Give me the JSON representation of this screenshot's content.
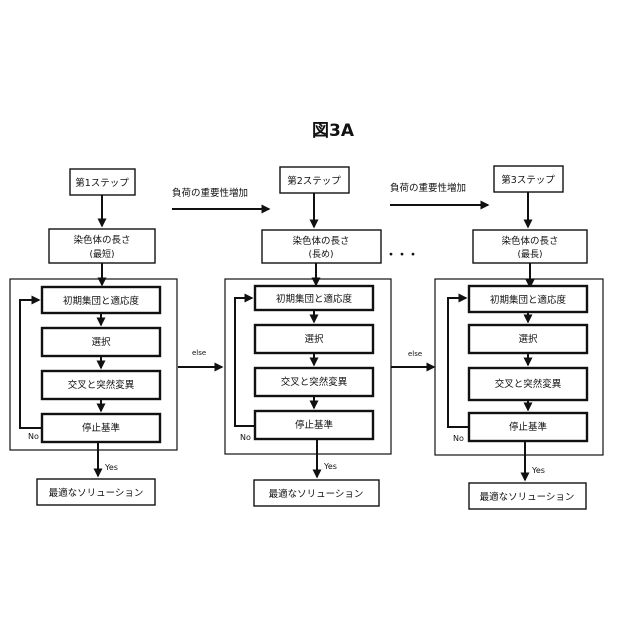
{
  "figure": {
    "title": "図3A"
  },
  "between": [
    {
      "load_label": "負荷の重要性増加",
      "else_label": "else"
    },
    {
      "load_label": "負荷の重要性増加",
      "else_label": "else"
    }
  ],
  "ellipsis": "・・・",
  "stages": [
    {
      "step": "第1ステップ",
      "length_line1": "染色体の長さ",
      "length_line2": "(最短)",
      "init": "初期集団と適応度",
      "select": "選択",
      "cross": "交叉と突然変異",
      "stop": "停止基準",
      "no": "No",
      "yes": "Yes",
      "result": "最適なソリューション"
    },
    {
      "step": "第2ステップ",
      "length_line1": "染色体の長さ",
      "length_line2": "(長め)",
      "init": "初期集団と適応度",
      "select": "選択",
      "cross": "交叉と突然変異",
      "stop": "停止基準",
      "no": "No",
      "yes": "Yes",
      "result": "最適なソリューション"
    },
    {
      "step": "第3ステップ",
      "length_line1": "染色体の長さ",
      "length_line2": "(最長)",
      "init": "初期集団と適応度",
      "select": "選択",
      "cross": "交叉と突然変異",
      "stop": "停止基準",
      "no": "No",
      "yes": "Yes",
      "result": "最適なソリューション"
    }
  ]
}
